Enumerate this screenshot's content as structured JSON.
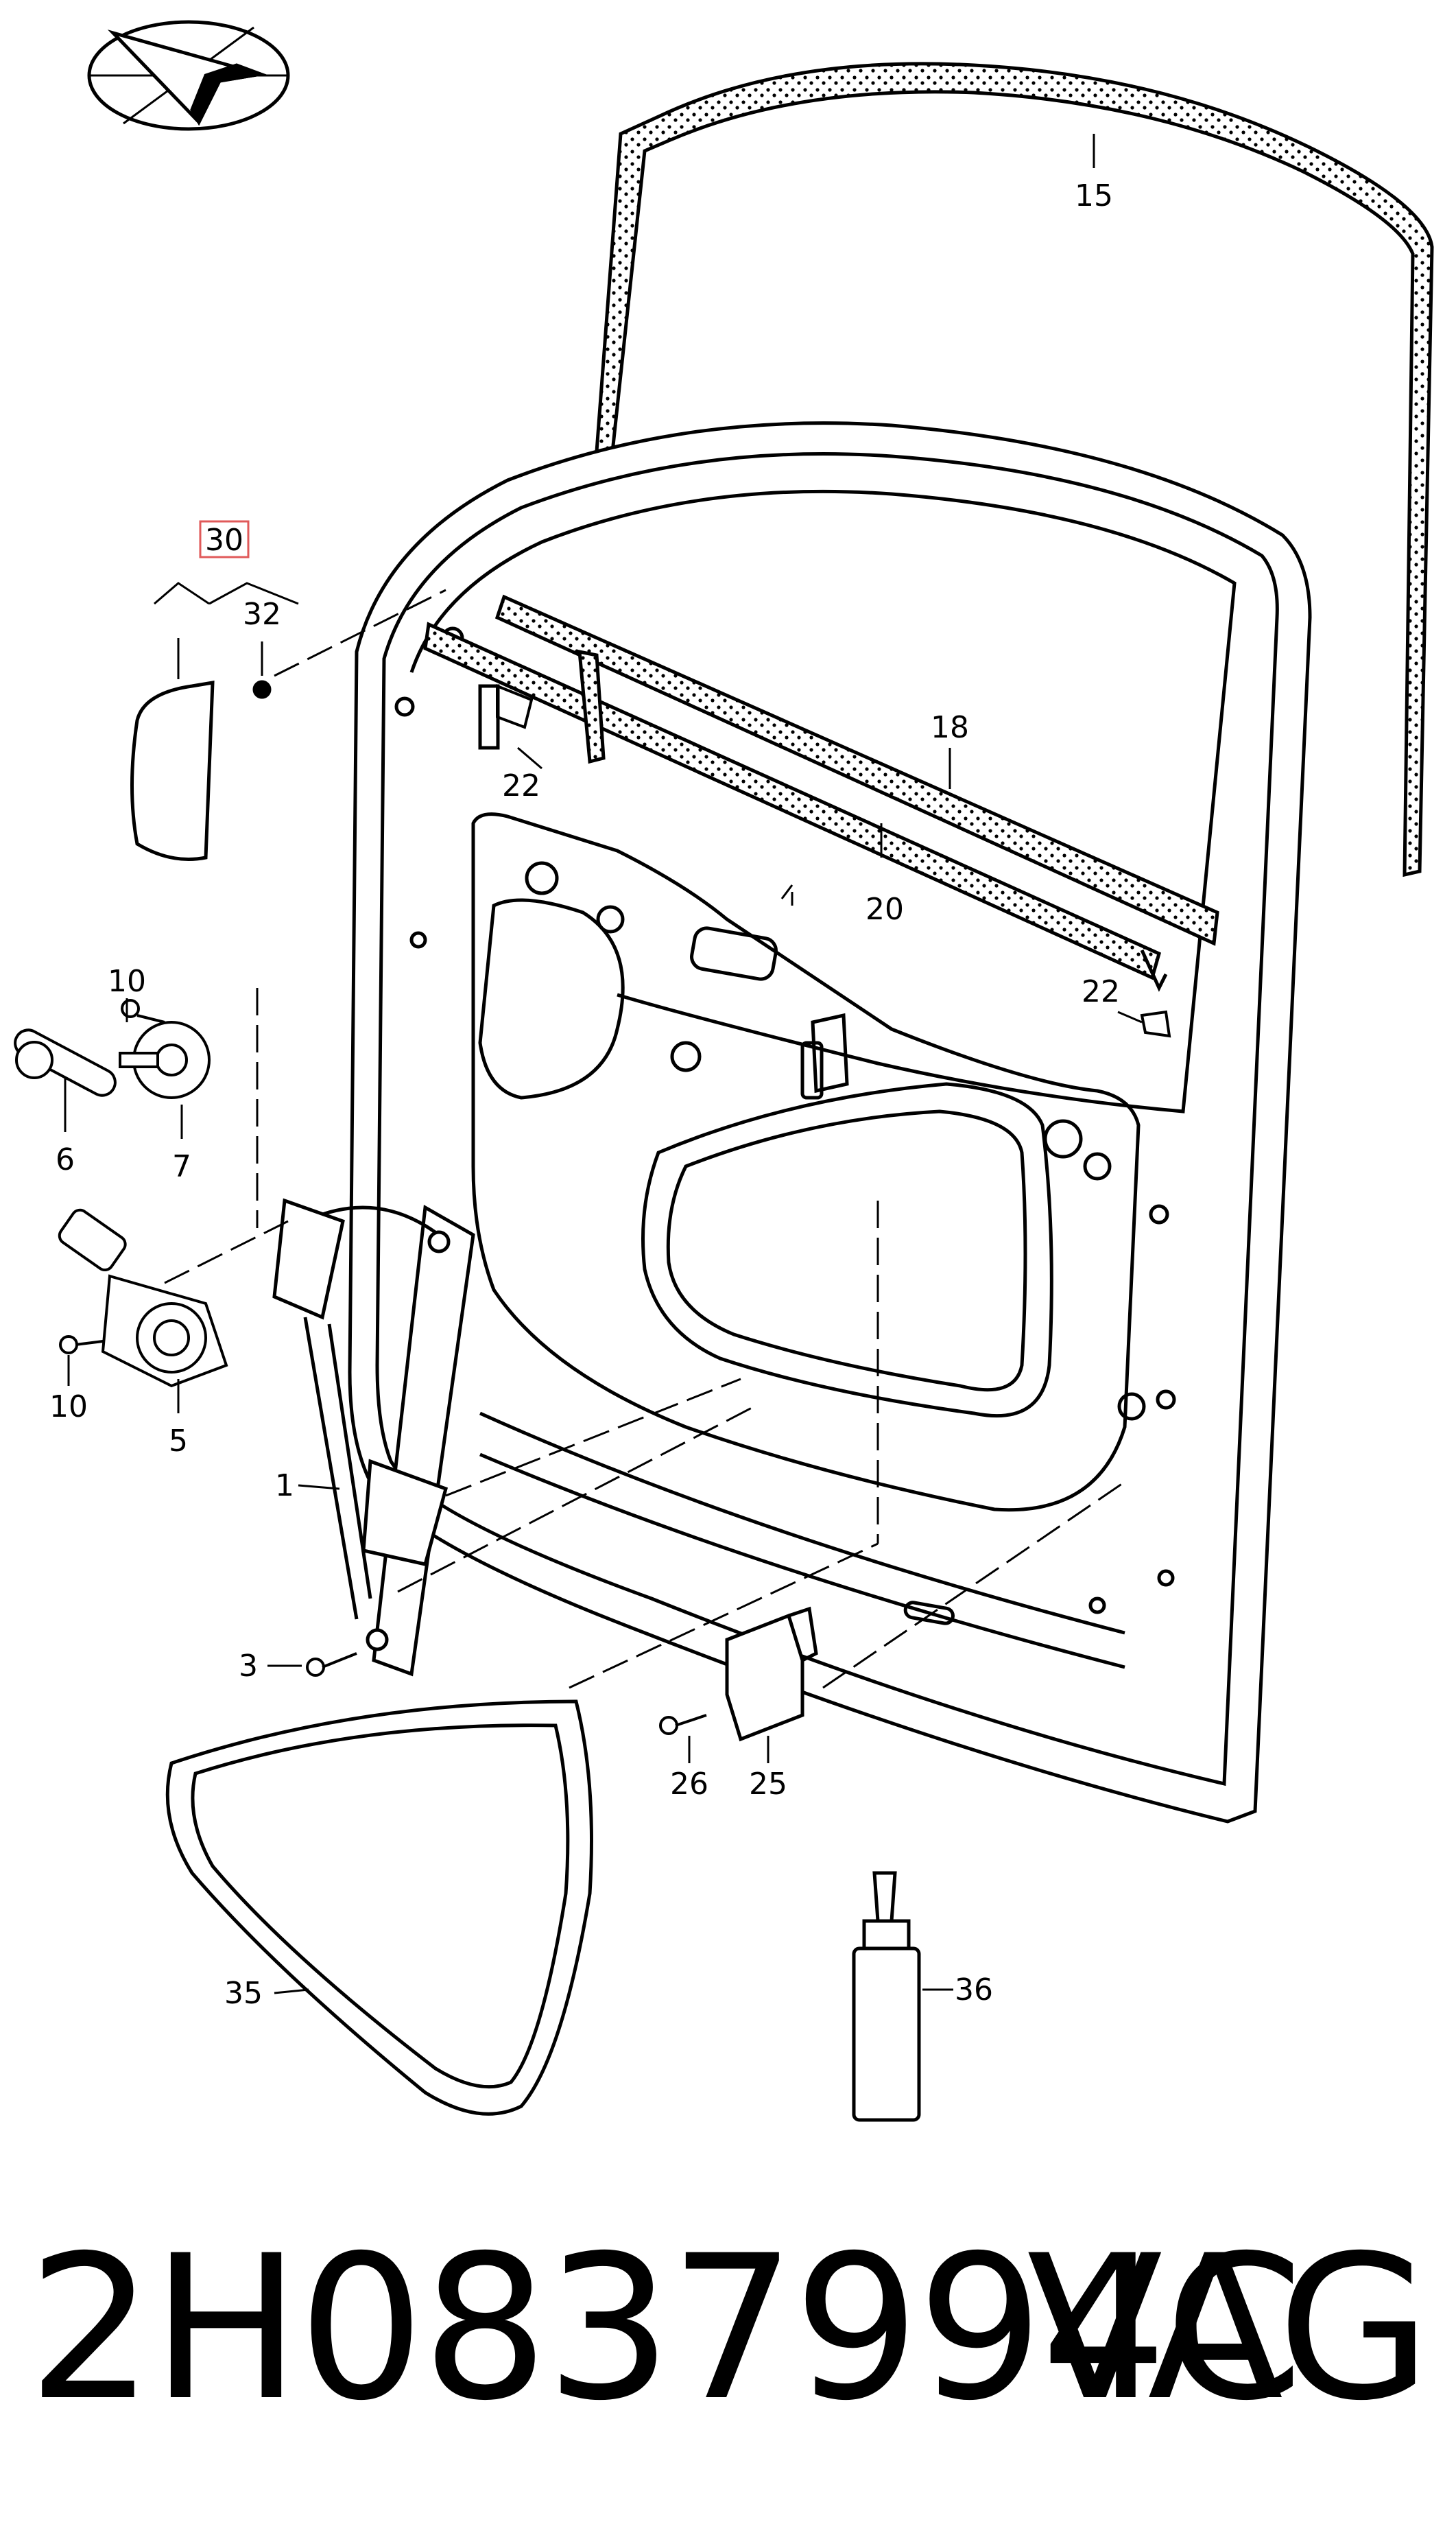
{
  "diagram": {
    "callouts": {
      "c1": "1",
      "c3": "3",
      "c5": "5",
      "c6": "6",
      "c7": "7",
      "c10a": "10",
      "c10b": "10",
      "c15": "15",
      "c18": "18",
      "c20": "20",
      "c22a": "22",
      "c22b": "22",
      "c25": "25",
      "c26": "26",
      "c30": "30",
      "c32": "32",
      "c35": "35",
      "c36": "36"
    },
    "highlight_color": "#e05a5a",
    "orientation_icon": "compass-arrow-icon"
  },
  "footer": {
    "part_number": "2H0837994C",
    "brand": "VAG"
  }
}
